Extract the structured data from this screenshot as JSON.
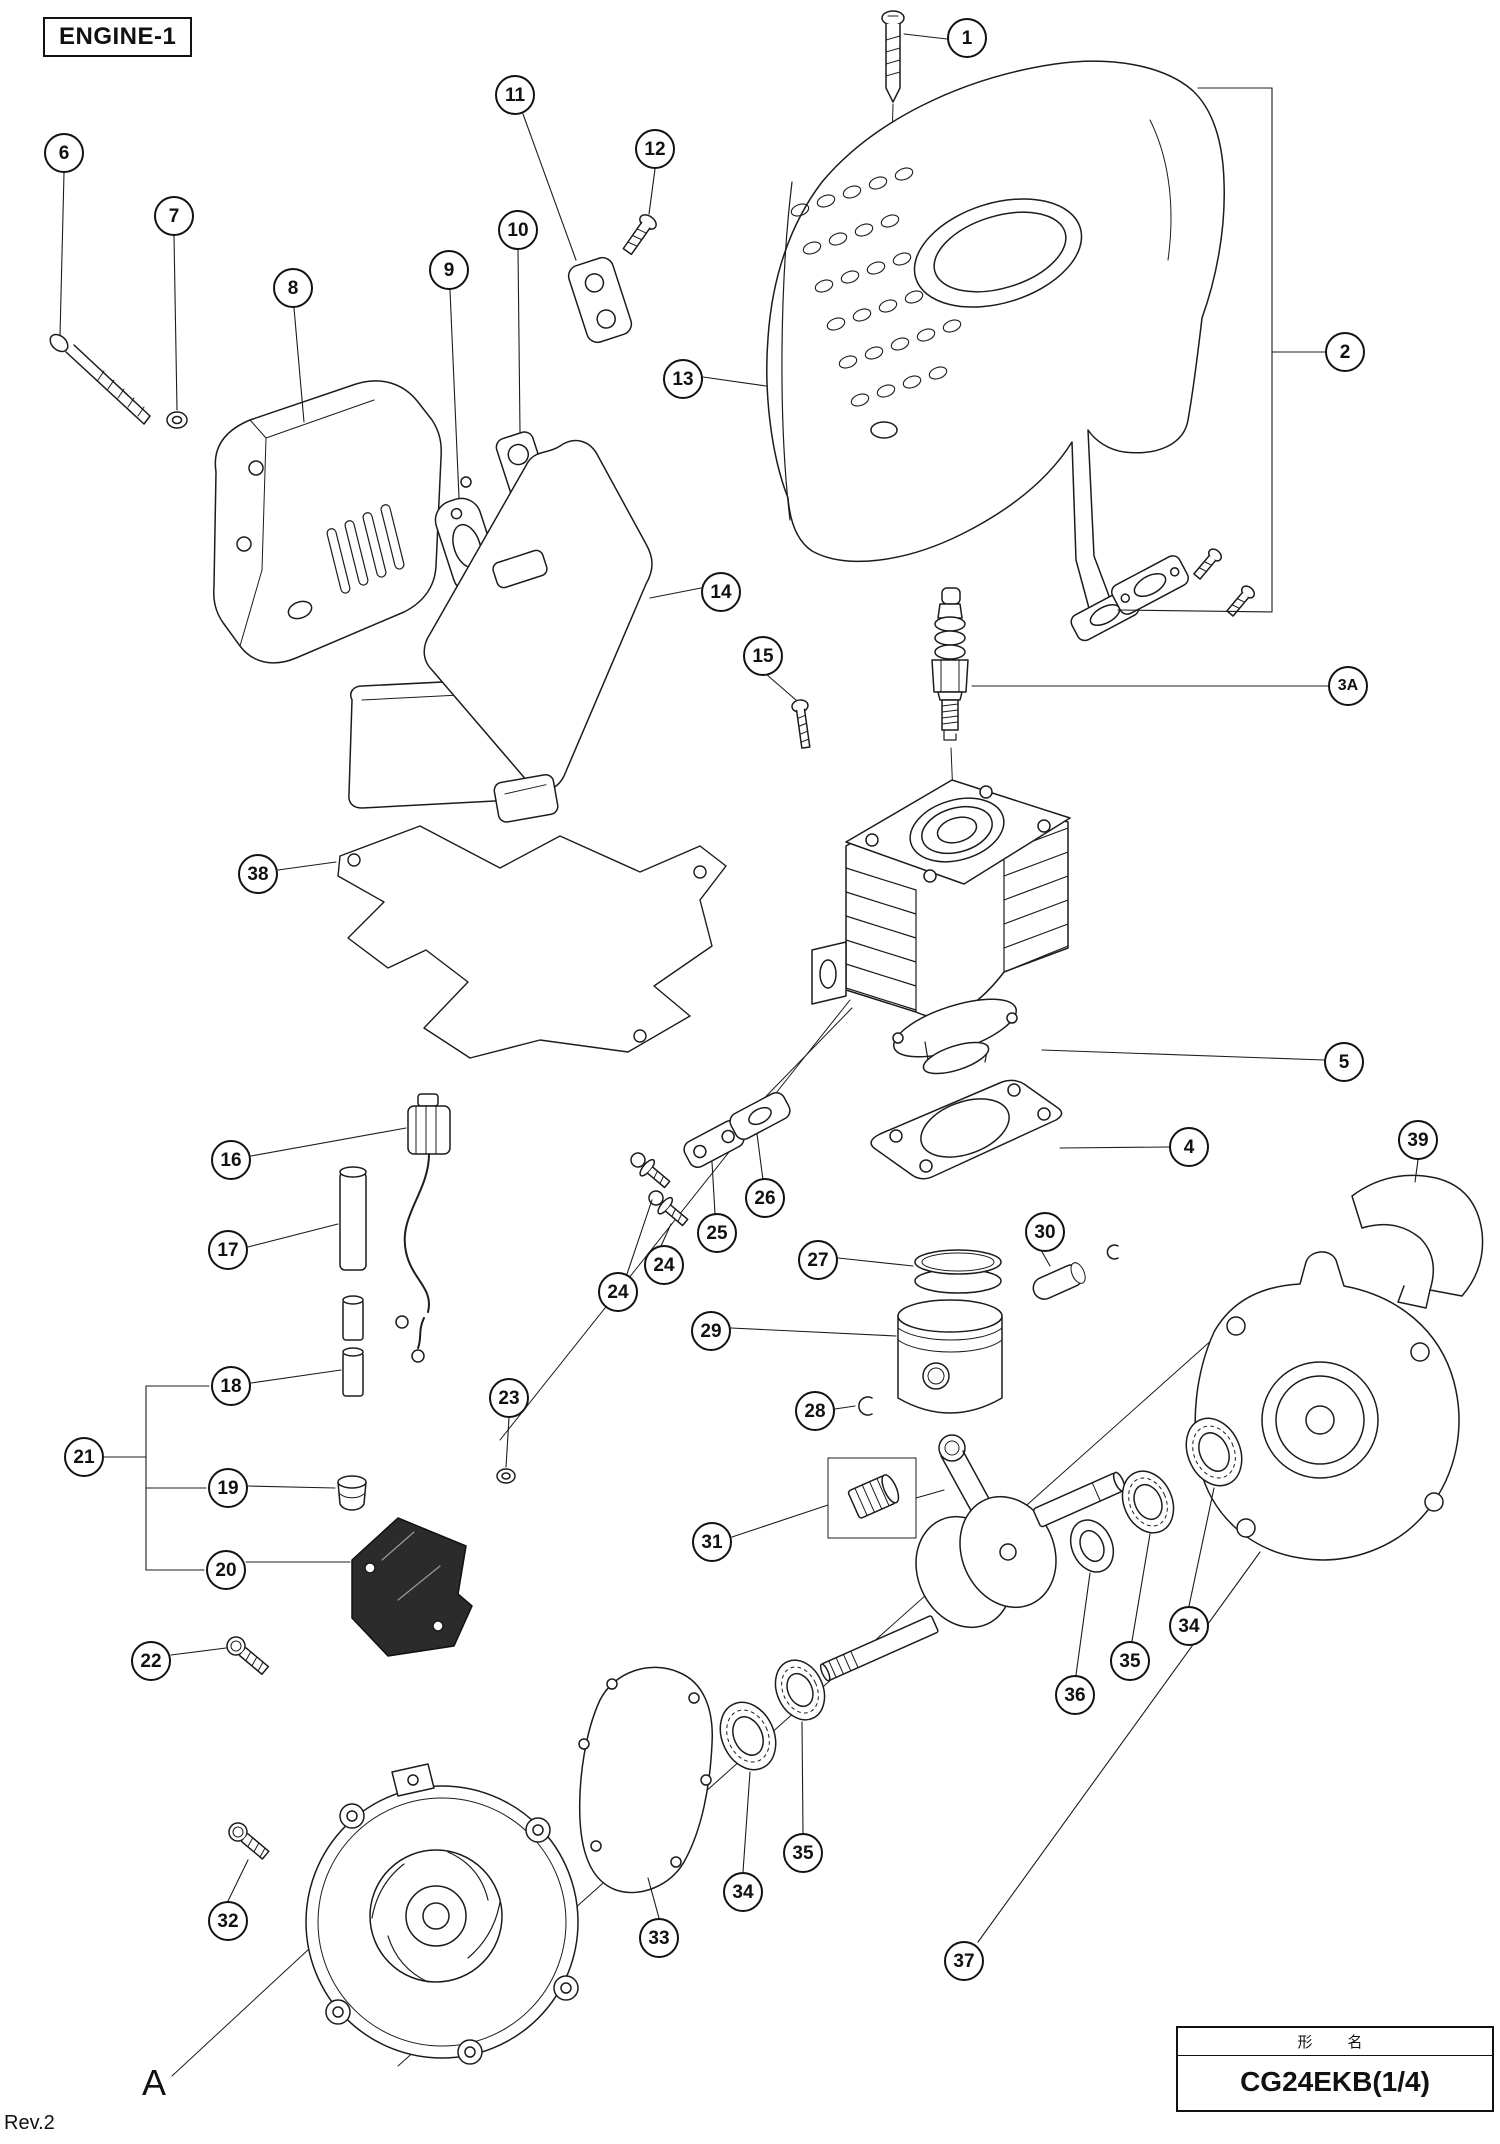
{
  "page": {
    "title": "ENGINE-1",
    "revision": "Rev.2",
    "section_label": "A"
  },
  "title_block": {
    "header": "形　名",
    "model": "CG24EKB(1/4)"
  },
  "callouts": [
    {
      "label": "1"
    },
    {
      "label": "2"
    },
    {
      "label": "3A"
    },
    {
      "label": "4"
    },
    {
      "label": "5"
    },
    {
      "label": "6"
    },
    {
      "label": "7"
    },
    {
      "label": "8"
    },
    {
      "label": "9"
    },
    {
      "label": "10"
    },
    {
      "label": "11"
    },
    {
      "label": "12"
    },
    {
      "label": "13"
    },
    {
      "label": "14"
    },
    {
      "label": "15"
    },
    {
      "label": "16"
    },
    {
      "label": "17"
    },
    {
      "label": "18"
    },
    {
      "label": "19"
    },
    {
      "label": "20"
    },
    {
      "label": "21"
    },
    {
      "label": "22"
    },
    {
      "label": "23"
    },
    {
      "label": "24"
    },
    {
      "label": "24"
    },
    {
      "label": "25"
    },
    {
      "label": "26"
    },
    {
      "label": "27"
    },
    {
      "label": "28"
    },
    {
      "label": "29"
    },
    {
      "label": "30"
    },
    {
      "label": "31"
    },
    {
      "label": "32"
    },
    {
      "label": "33"
    },
    {
      "label": "34"
    },
    {
      "label": "34"
    },
    {
      "label": "35"
    },
    {
      "label": "35"
    },
    {
      "label": "36"
    },
    {
      "label": "37"
    },
    {
      "label": "38"
    },
    {
      "label": "39"
    }
  ]
}
